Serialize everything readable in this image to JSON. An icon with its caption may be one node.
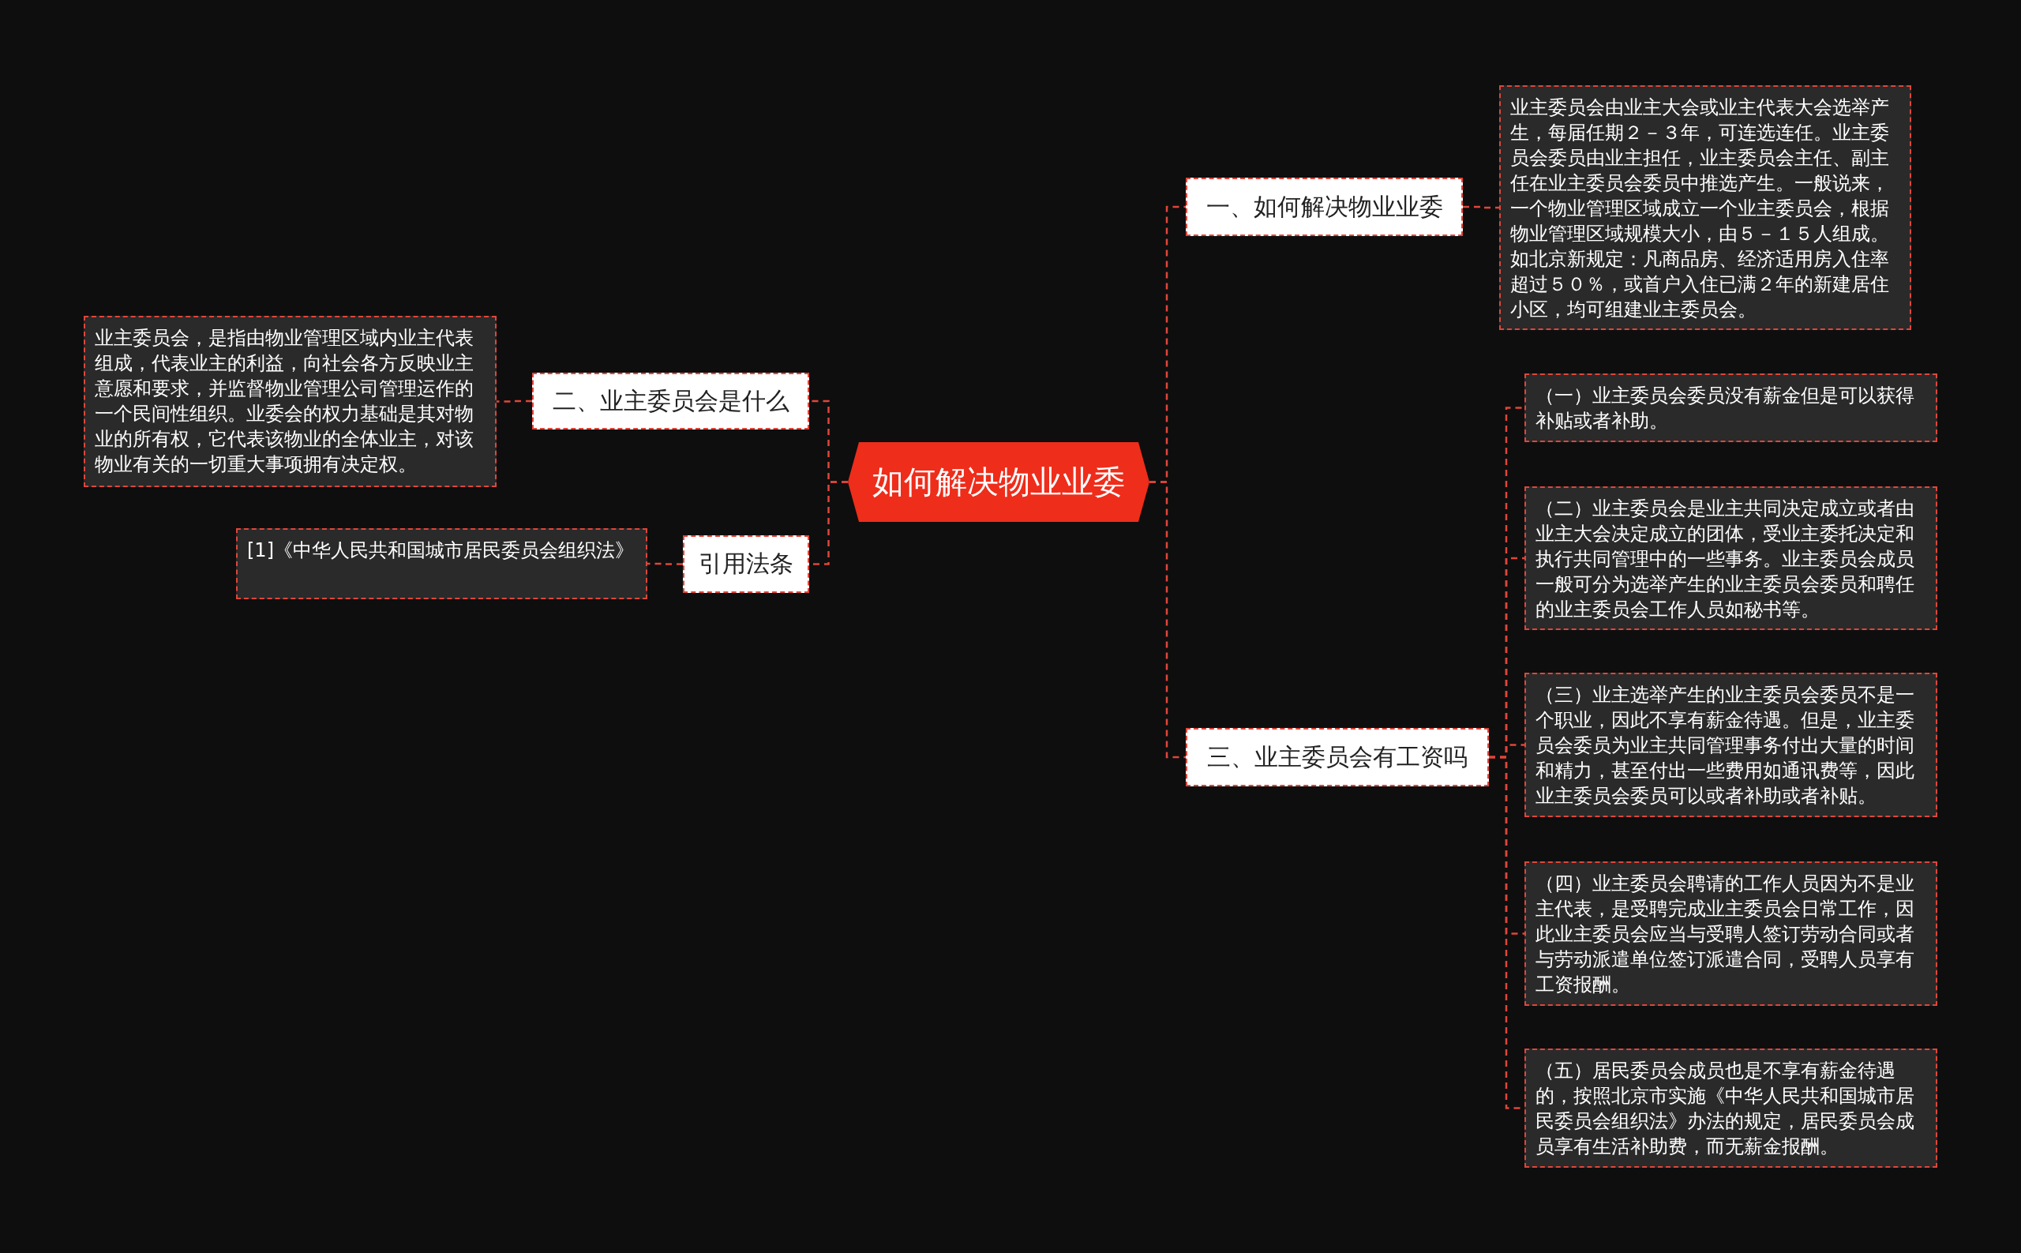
{
  "diagram": {
    "nodes": [
      {
        "text": [
          "如何解决物业业委"
        ]
      },
      {
        "text": [
          "一、如何解决物业业委"
        ]
      },
      {
        "text": [
          "业主委员会由业主大会或业主代表大会选举产生，每届任期２－３年，可连选连任。业主委员会委员由业主担任，业主委员会主任、副主任在业主委员会委员中推选产生。一般说来，一个物业管理区域成立一个业主委员会，根据物业管理区域规模大小，由５－１５人组成。如北京新规定：凡商品房、经济适用房入住率超过５０％，或首户入住已满２年的新建居住小区，均可组建业主委员会。"
        ]
      },
      {
        "text": [
          "二、业主委员会是什么"
        ]
      },
      {
        "text": [
          "业主委员会，是指由物业管理区域内业主代表组成，代表业主的利益，向社会各方反映业主意愿和要求，并监督物业管理公司管理运作的一个民间性组织。业委会的权力基础是其对物业的所有权，它代表该物业的全体业主，对该物业有关的一切重大事项拥有决定权。"
        ]
      },
      {
        "text": [
          "引用法条"
        ]
      },
      {
        "text": [
          "[1]《中华人民共和国城市居民委员会组织法》"
        ]
      },
      {
        "text": [
          "三、业主委员会有工资吗"
        ]
      },
      {
        "text": [
          "（一）业主委员会委员没有薪金但是可以获得补贴或者补助。"
        ]
      },
      {
        "text": [
          "（二）业主委员会是业主共同决定成立或者由业主大会决定成立的团体，受业主委托决定和执行共同管理中的一些事务。业主委员会成员一般可分为选举产生的业主委员会委员和聘任的业主委员会工作人员如秘书等。"
        ]
      },
      {
        "text": [
          "（三）业主选举产生的业主委员会委员不是一个职业，因此不享有薪金待遇。但是，业主委员会委员为业主共同管理事务付出大量的时间和精力，甚至付出一些费用如通讯费等，因此业主委员会委员可以或者补助或者补贴。"
        ]
      },
      {
        "text": [
          "（四）业主委员会聘请的工作人员因为不是业主代表，是受聘完成业主委员会日常工作，因此业主委员会应当与受聘人签订劳动合同或者与劳动派遣单位签订派遣合同，受聘人员享有工资报酬。"
        ]
      },
      {
        "text": [
          "（五）居民委员会成员也是不享有薪金待遇的，按照北京市实施《中华人民共和国城市居民委员会组织法》办法的规定，居民委员会成员享有生活补助费，而无薪金报酬。"
        ]
      }
    ],
    "edges": [
      {
        "from": 0,
        "to": 1,
        "arrow": "none"
      },
      {
        "from": 1,
        "to": 2,
        "arrow": "none"
      },
      {
        "from": 0,
        "to": 3,
        "arrow": "none"
      },
      {
        "from": 3,
        "to": 4,
        "arrow": "none"
      },
      {
        "from": 0,
        "to": 5,
        "arrow": "none"
      },
      {
        "from": 5,
        "to": 6,
        "arrow": "none"
      },
      {
        "from": 0,
        "to": 7,
        "arrow": "none"
      },
      {
        "from": 7,
        "to": 8,
        "arrow": "none"
      },
      {
        "from": 7,
        "to": 9,
        "arrow": "none"
      },
      {
        "from": 7,
        "to": 10,
        "arrow": "none"
      },
      {
        "from": 7,
        "to": 11,
        "arrow": "none"
      },
      {
        "from": 7,
        "to": 12,
        "arrow": "none"
      }
    ]
  }
}
